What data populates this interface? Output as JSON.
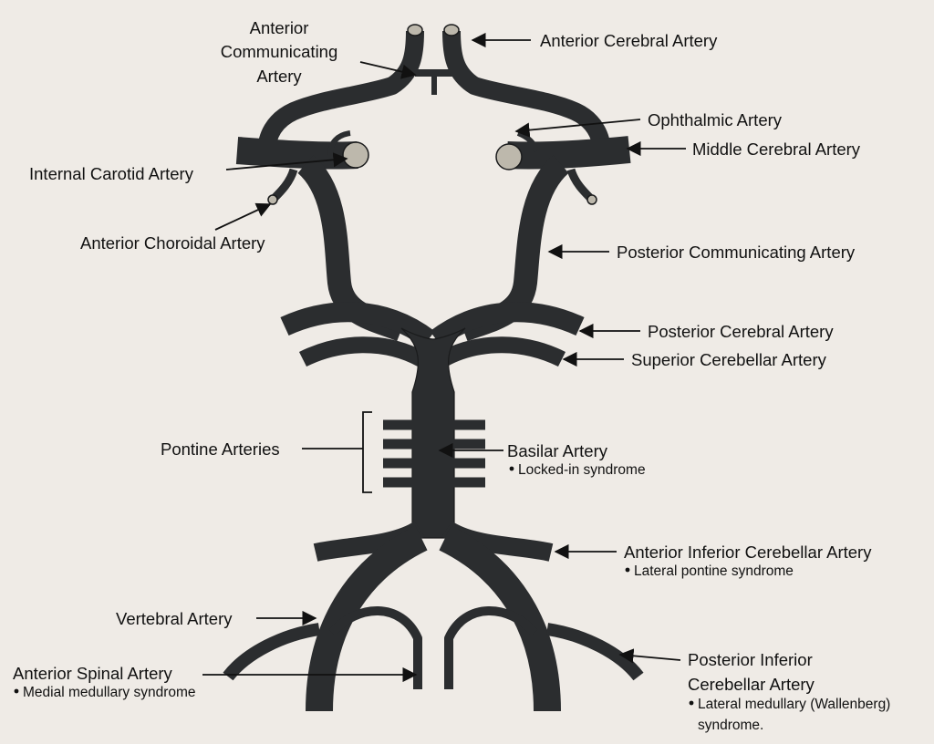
{
  "labels": {
    "aca": "Anterior Cerebral Artery",
    "acomm_1": "Anterior",
    "acomm_2": "Communicating",
    "acomm_3": "Artery",
    "ophthalmic": "Ophthalmic Artery",
    "mca": "Middle Cerebral Artery",
    "ica": "Internal Carotid Artery",
    "ant_choroidal": "Anterior Choroidal Artery",
    "pcomm": "Posterior Communicating Artery",
    "pca": "Posterior Cerebral Artery",
    "sca": "Superior Cerebellar Artery",
    "pontine": "Pontine Arteries",
    "basilar": "Basilar Artery",
    "basilar_note": "Locked-in syndrome",
    "aica": "Anterior Inferior Cerebellar Artery",
    "aica_note": "Lateral pontine syndrome",
    "vertebral": "Vertebral Artery",
    "asa": "Anterior Spinal Artery",
    "asa_note": "Medial medullary syndrome",
    "pica_1": "Posterior Inferior",
    "pica_2": "Cerebellar Artery",
    "pica_note_1": "Lateral medullary (Wallenberg)",
    "pica_note_2": "syndrome."
  },
  "colors": {
    "vessel": "#2b2d2f",
    "vessel_cut": "#bdb8ac",
    "background": "#efebe6",
    "text": "#111111"
  }
}
